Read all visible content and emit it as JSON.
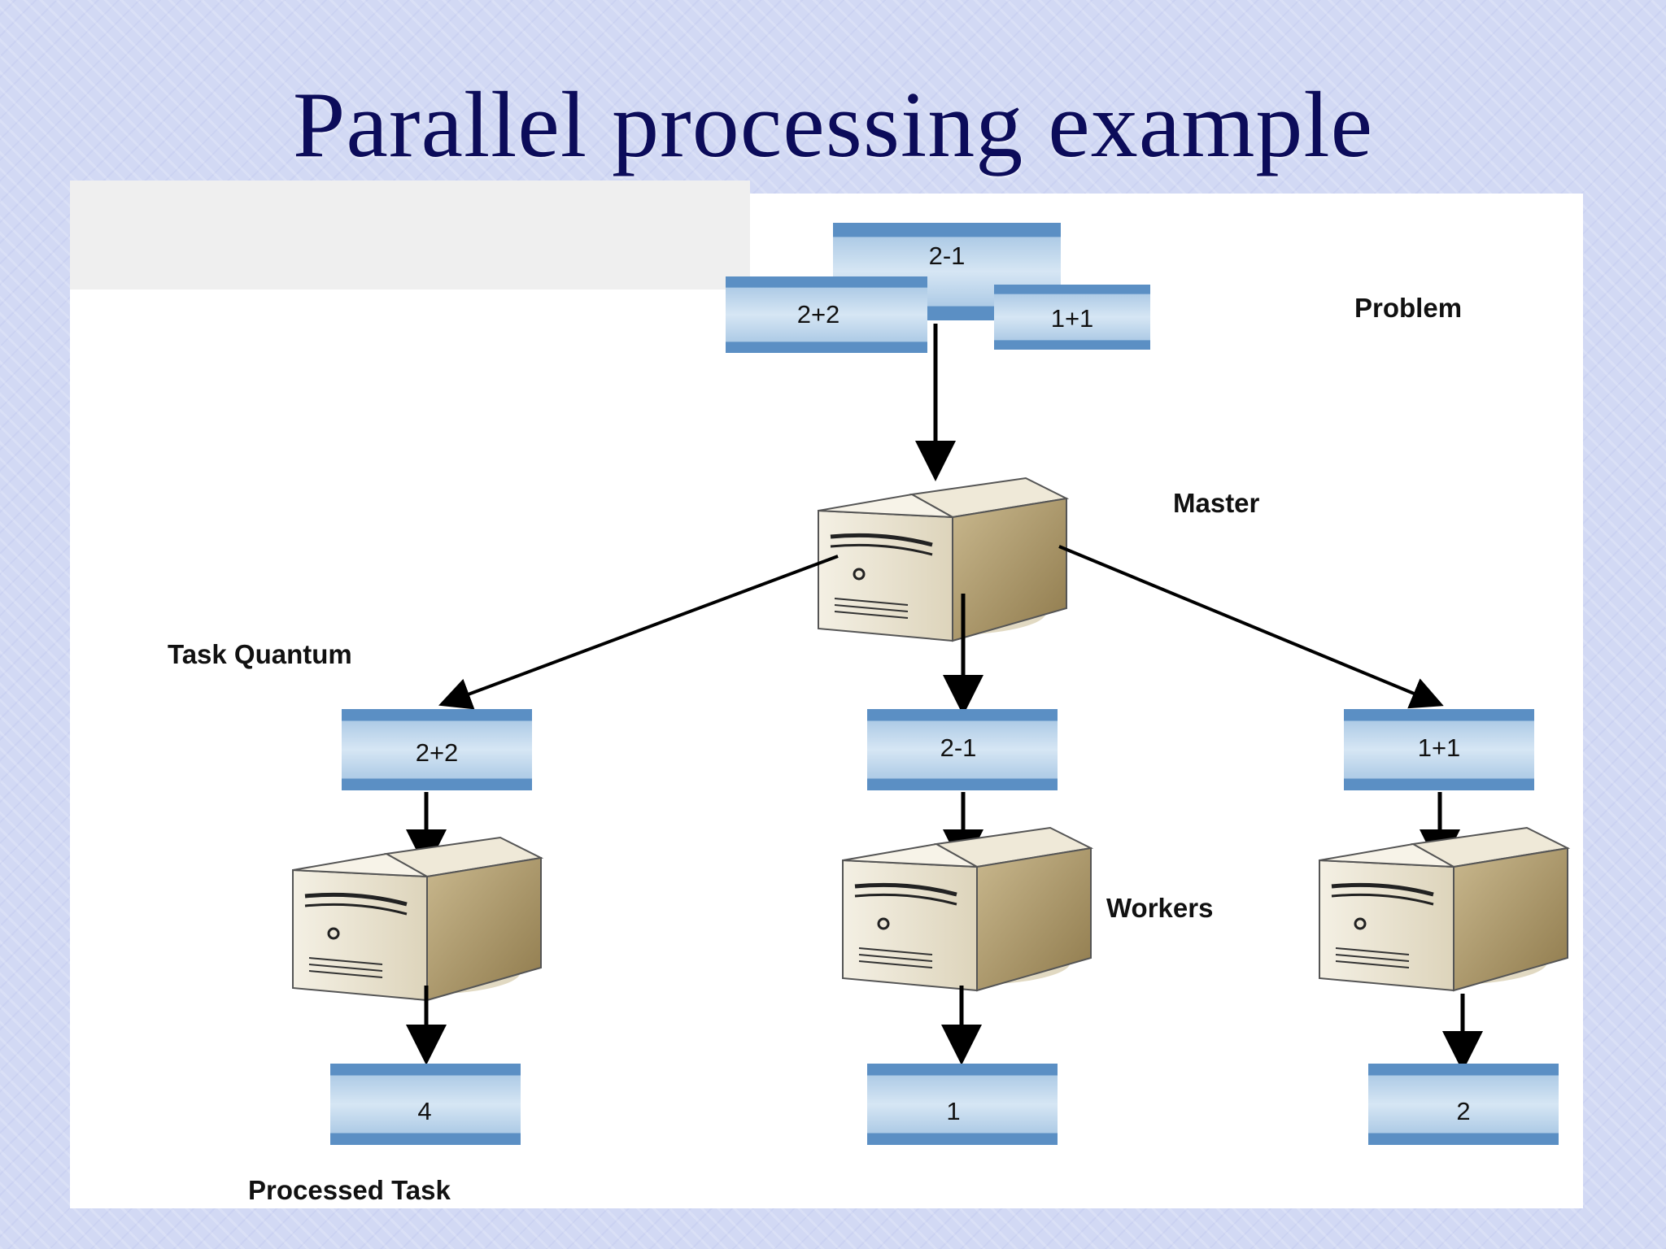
{
  "slide": {
    "title": "Parallel processing example"
  },
  "diagram": {
    "labels": {
      "problem": "Problem",
      "master": "Master",
      "task_quantum": "Task Quantum",
      "workers": "Workers",
      "processed_task": "Processed Task"
    },
    "problem_tasks": [
      "2-1",
      "2+2",
      "1+1"
    ],
    "task_quanta": [
      "2+2",
      "2-1",
      "1+1"
    ],
    "processed_results": [
      "4",
      "1",
      "2"
    ]
  },
  "colors": {
    "title": "#0c0c5a",
    "task_box_light": "#c9dcee",
    "task_box_band": "#5b8fc4",
    "server_body": "#e8dfc6",
    "server_side": "#a8966b"
  }
}
